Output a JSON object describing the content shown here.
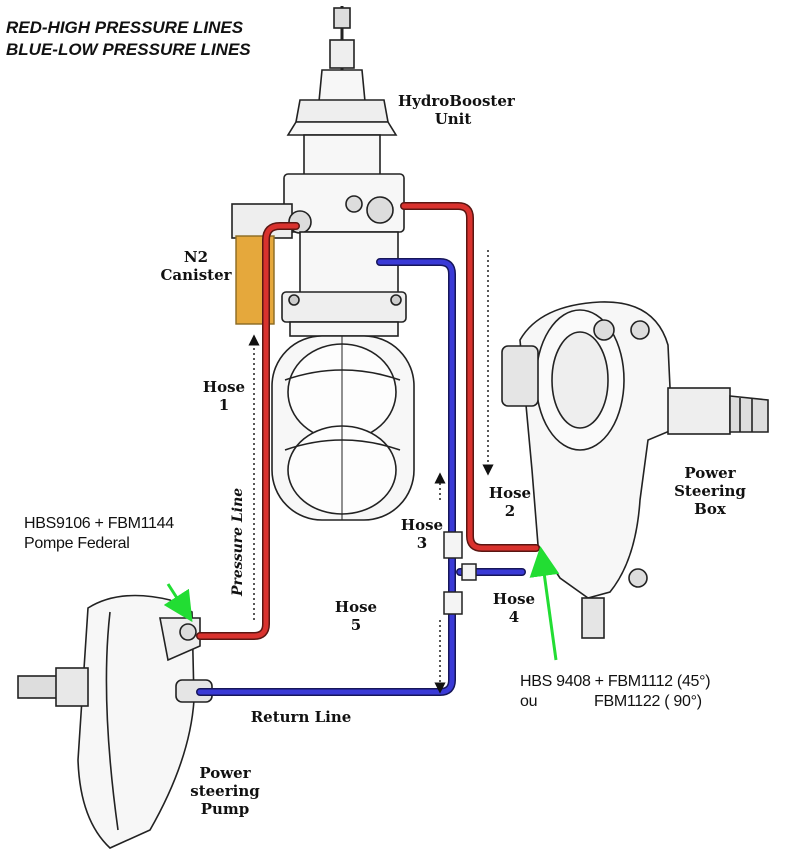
{
  "legend": {
    "red_line": "RED-HIGH PRESSURE LINES",
    "blue_line": "BLUE-LOW PRESSURE LINES"
  },
  "colors": {
    "high_pressure": "#d9322e",
    "low_pressure": "#3a3ad6",
    "callout_arrow": "#22dd33",
    "n2_canister": "#e5a83c"
  },
  "labels": {
    "hydrobooster_line1": "HydroBooster",
    "hydrobooster_line2": "Unit",
    "n2_line1": "N2",
    "n2_line2": "Canister",
    "hose1_line1": "Hose",
    "hose1_line2": "1",
    "hose2_line1": "Hose",
    "hose2_line2": "2",
    "hose3_line1": "Hose",
    "hose3_line2": "3",
    "hose4_line1": "Hose",
    "hose4_line2": "4",
    "hose5_line1": "Hose",
    "hose5_line2": "5",
    "pressure_line": "Pressure Line",
    "return_line": "Return Line",
    "psbox_line1": "Power",
    "psbox_line2": "Steering",
    "psbox_line3": "Box",
    "pump_line1": "Power",
    "pump_line2": "steering",
    "pump_line3": "Pump"
  },
  "notes": {
    "pump_part_line1": "HBS9106 + FBM1144",
    "pump_part_line2": "Pompe Federal",
    "box_part_line1": "HBS 9408 + FBM1112 (45°)",
    "box_part_or": "ou",
    "box_part_line2": "FBM1122 ( 90°)"
  }
}
